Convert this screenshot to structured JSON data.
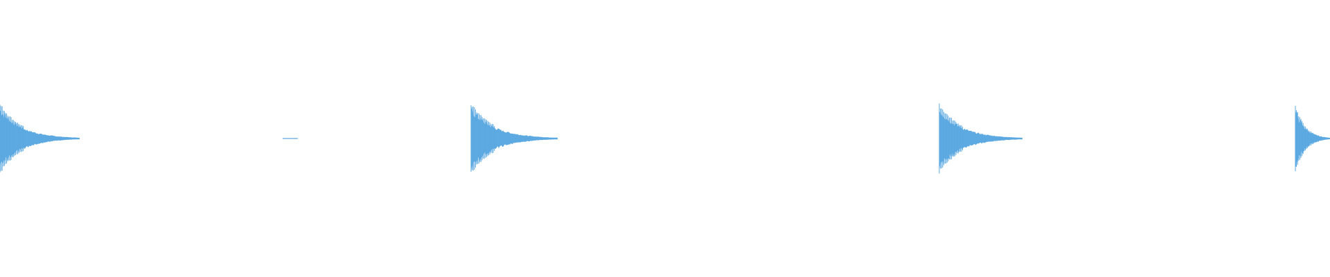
{
  "waveform": {
    "color": "#5DA9E1",
    "background": "#ffffff",
    "clip_at_edges": true,
    "transients": [
      {
        "peak_amplitude": 0.55,
        "decay": "exponential"
      },
      {
        "peak_amplitude": 0.55,
        "decay": "exponential"
      },
      {
        "peak_amplitude": 0.54,
        "decay": "exponential"
      },
      {
        "peak_amplitude": 0.54,
        "decay": "exponential"
      }
    ],
    "idle_blips": 1
  }
}
